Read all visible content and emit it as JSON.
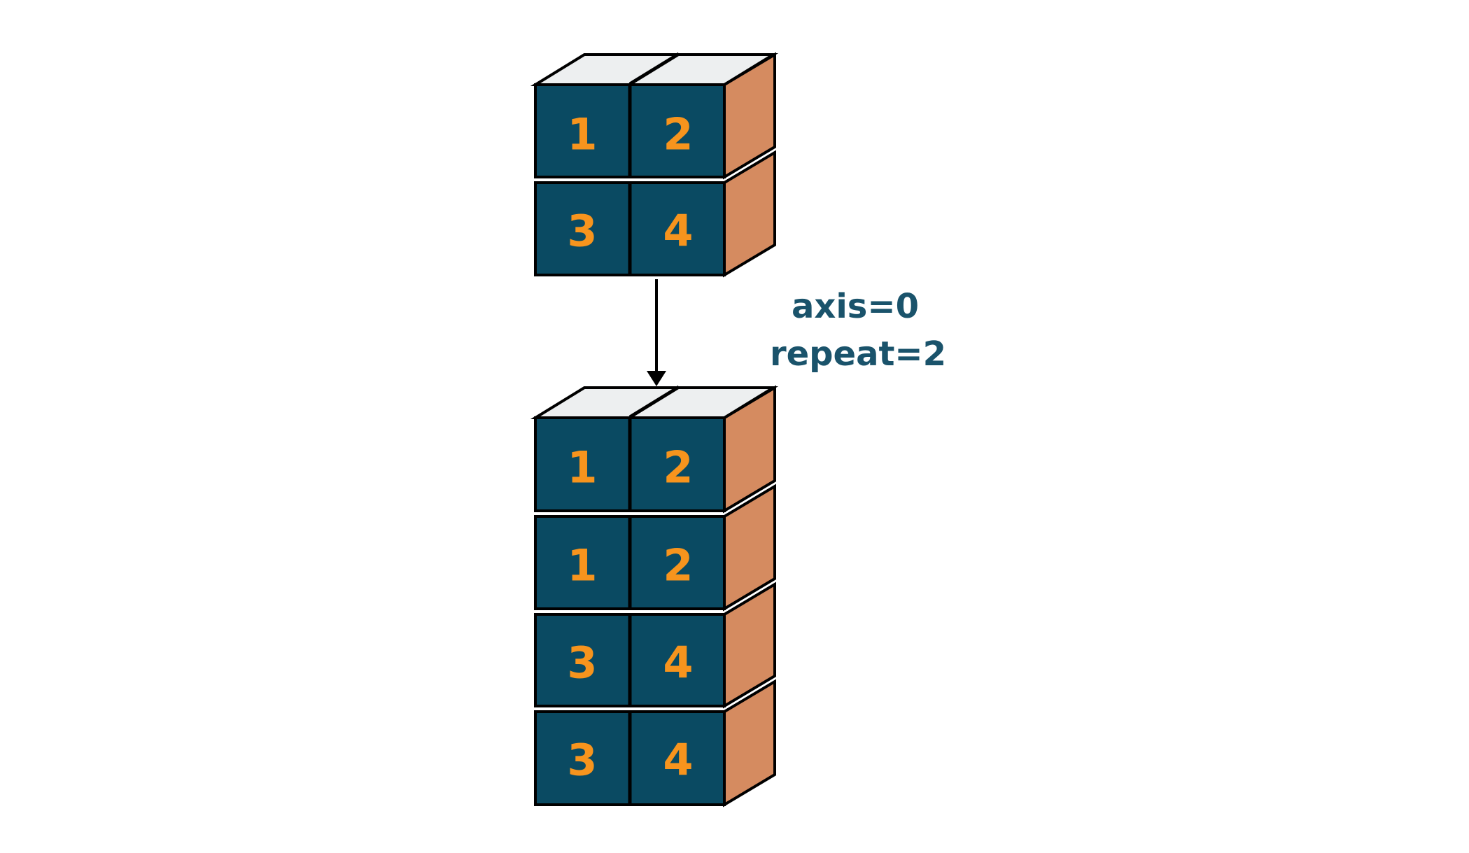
{
  "diagram": {
    "operation_labels": {
      "axis": "axis=0",
      "repeat": "repeat=2"
    },
    "input_array": {
      "rows": [
        [
          "1",
          "2"
        ],
        [
          "3",
          "4"
        ]
      ]
    },
    "output_array": {
      "rows": [
        [
          "1",
          "2"
        ],
        [
          "1",
          "2"
        ],
        [
          "3",
          "4"
        ],
        [
          "3",
          "4"
        ]
      ]
    }
  },
  "colors": {
    "background": "#FFFFFF",
    "block_front": "#0A4A62",
    "block_side": "#D58B60",
    "block_top": "#EDEFF0",
    "digit": "#F7941D",
    "label_text": "#1A536B",
    "outline": "#000000"
  }
}
